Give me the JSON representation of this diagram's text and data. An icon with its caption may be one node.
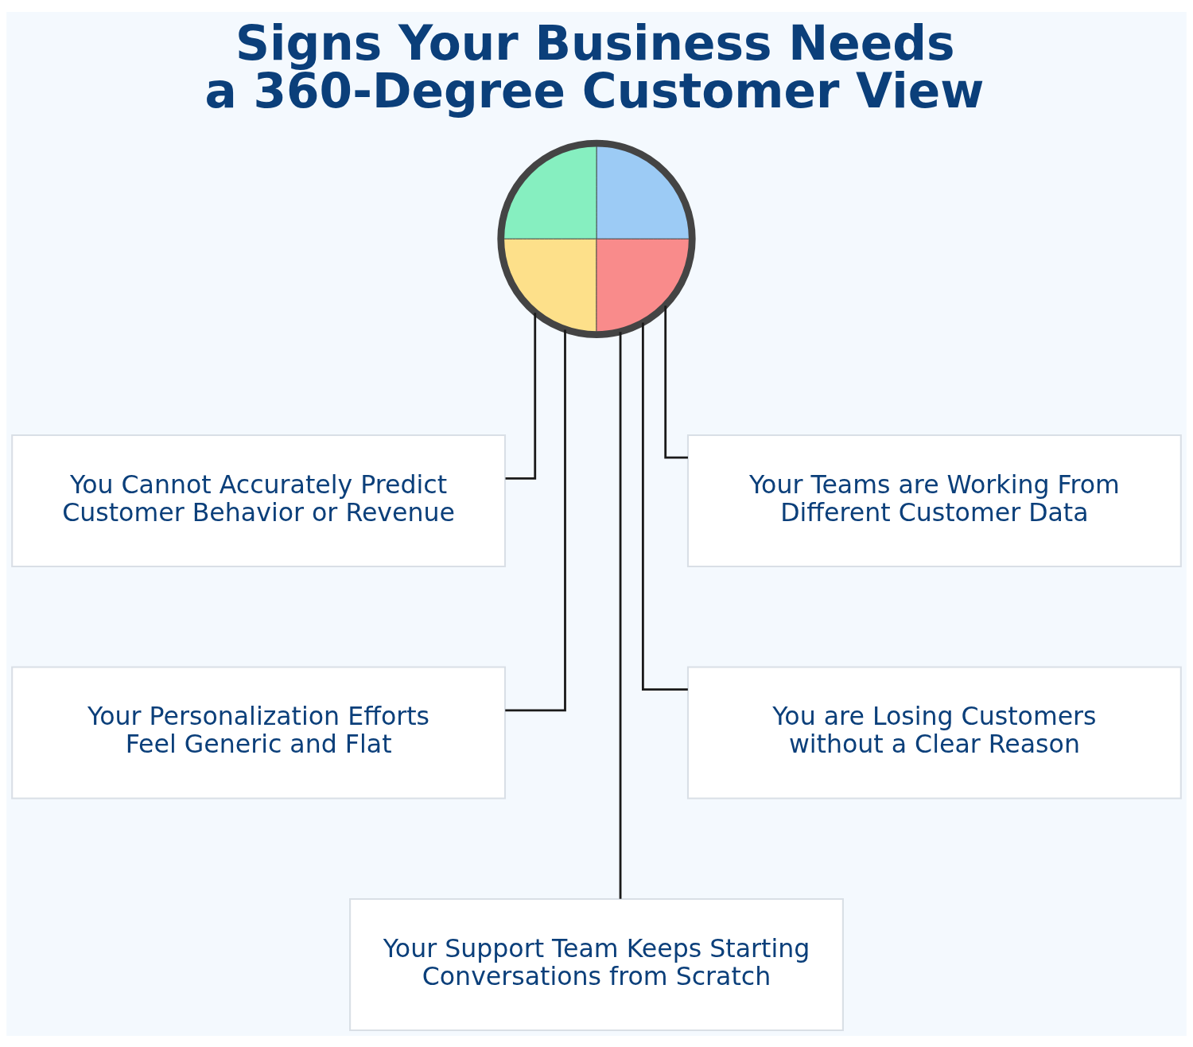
{
  "diagram": {
    "title": "Signs Your Business Needs a 360-Degree Customer View",
    "nodes": [
      {
        "text": [],
        "shape": "picture"
      },
      {
        "text": [
          "You Cannot Accurately Predict Customer Behavior or Revenue"
        ]
      },
      {
        "text": [
          "Your Teams are Working From Different Customer Data"
        ]
      },
      {
        "text": [
          "Your Personalization Efforts Feel Generic and Flat"
        ]
      },
      {
        "text": [
          "You are Losing Customers without a Clear Reason"
        ]
      },
      {
        "text": [
          "Your Support Team Keeps Starting Conversations from Scratch"
        ]
      }
    ],
    "edges": [
      {
        "from": 0,
        "to": 1,
        "arrow": "none"
      },
      {
        "from": 0,
        "to": 2,
        "arrow": "none"
      },
      {
        "from": 0,
        "to": 3,
        "arrow": "none"
      },
      {
        "from": 0,
        "to": 4,
        "arrow": "none"
      },
      {
        "from": 0,
        "to": 5,
        "arrow": "none"
      }
    ]
  }
}
